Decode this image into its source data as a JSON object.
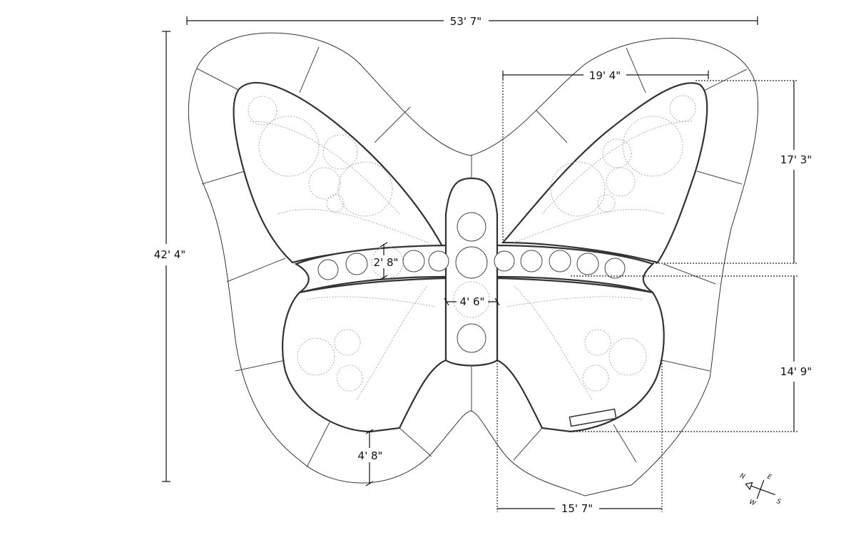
{
  "dimensions": {
    "overall_width": "53' 7\"",
    "overall_height": "42' 4\"",
    "upper_wing_width": "19' 4\"",
    "upper_wing_height": "17' 3\"",
    "lower_wing_height": "14' 9\"",
    "lower_wing_width": "15' 7\"",
    "band_width": "2' 8\"",
    "body_width": "4' 6\"",
    "border_width": "4' 8\""
  },
  "compass": {
    "n": "N",
    "e": "E",
    "s": "S",
    "w": "W"
  }
}
